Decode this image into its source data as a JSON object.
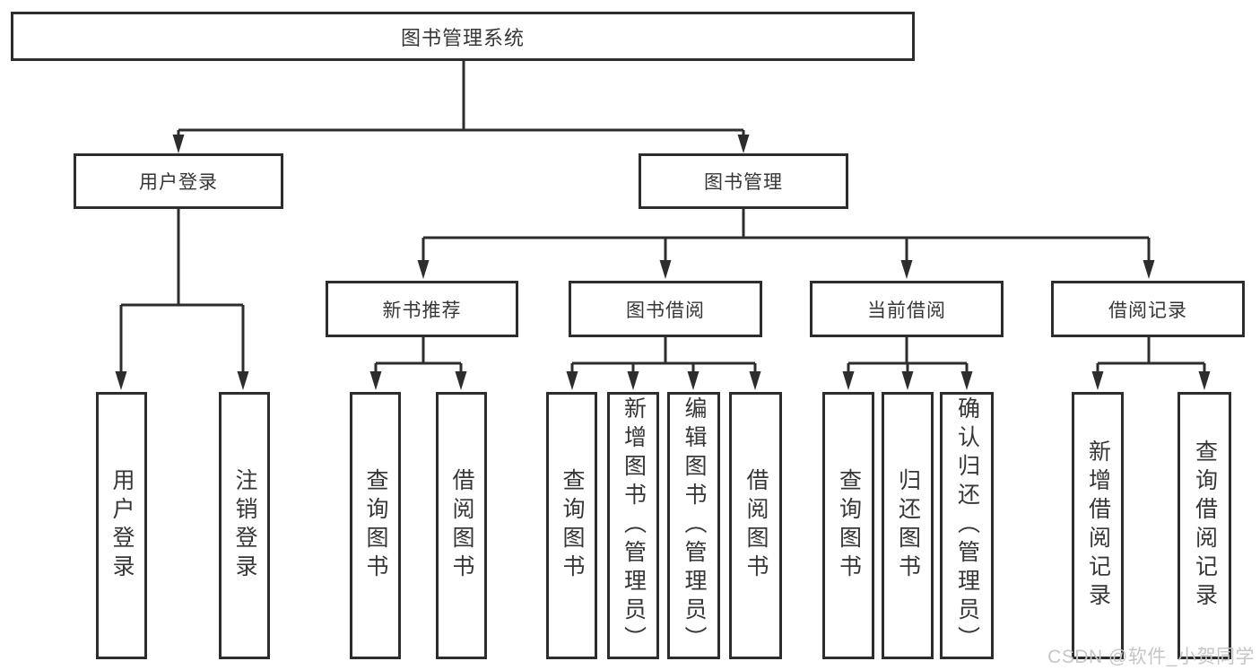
{
  "diagram": {
    "title": "图书管理系统",
    "root": {
      "label": "图书管理系统"
    },
    "level2": [
      {
        "label": "用户登录"
      },
      {
        "label": "图书管理"
      }
    ],
    "level3": [
      {
        "label": "新书推荐"
      },
      {
        "label": "图书借阅"
      },
      {
        "label": "当前借阅"
      },
      {
        "label": "借阅记录"
      }
    ],
    "leaves": {
      "user_login": [
        "用户登录",
        "注销登录"
      ],
      "new_book": [
        "查询图书",
        "借阅图书"
      ],
      "book_borrow": [
        "查询图书",
        "新增图书（管理员）",
        "编辑图书（管理员）",
        "借阅图书"
      ],
      "current_borrow": [
        "查询图书",
        "归还图书",
        "确认归还（管理员）"
      ],
      "borrow_record": [
        "新增借阅记录",
        "查询借阅记录"
      ]
    }
  },
  "watermark": {
    "text": "CSDN @软件_小贺同学"
  },
  "colors": {
    "line": "#2d2d2d",
    "text": "#363636",
    "background": "#ffffff",
    "watermark": "#c6c6c6"
  }
}
